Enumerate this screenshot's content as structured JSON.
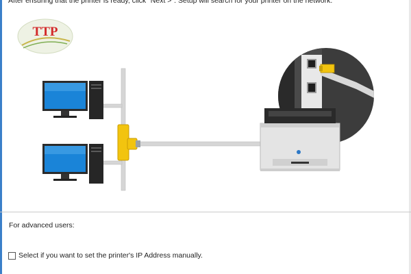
{
  "instruction_text": "After ensuring that the printer is ready, click \"Next >\". Setup will search for your printer on the network.",
  "logo_text": "TTP",
  "colors": {
    "accent": "#3b7fc9",
    "logo_red": "#d32a2a",
    "cable_yellow": "#f2c40f",
    "monitor_screen": "#1a84d8"
  },
  "advanced_section": {
    "label": "For advanced users:",
    "checkbox": {
      "label": "Select if you want to set the printer's IP Address manually.",
      "checked": false
    }
  }
}
